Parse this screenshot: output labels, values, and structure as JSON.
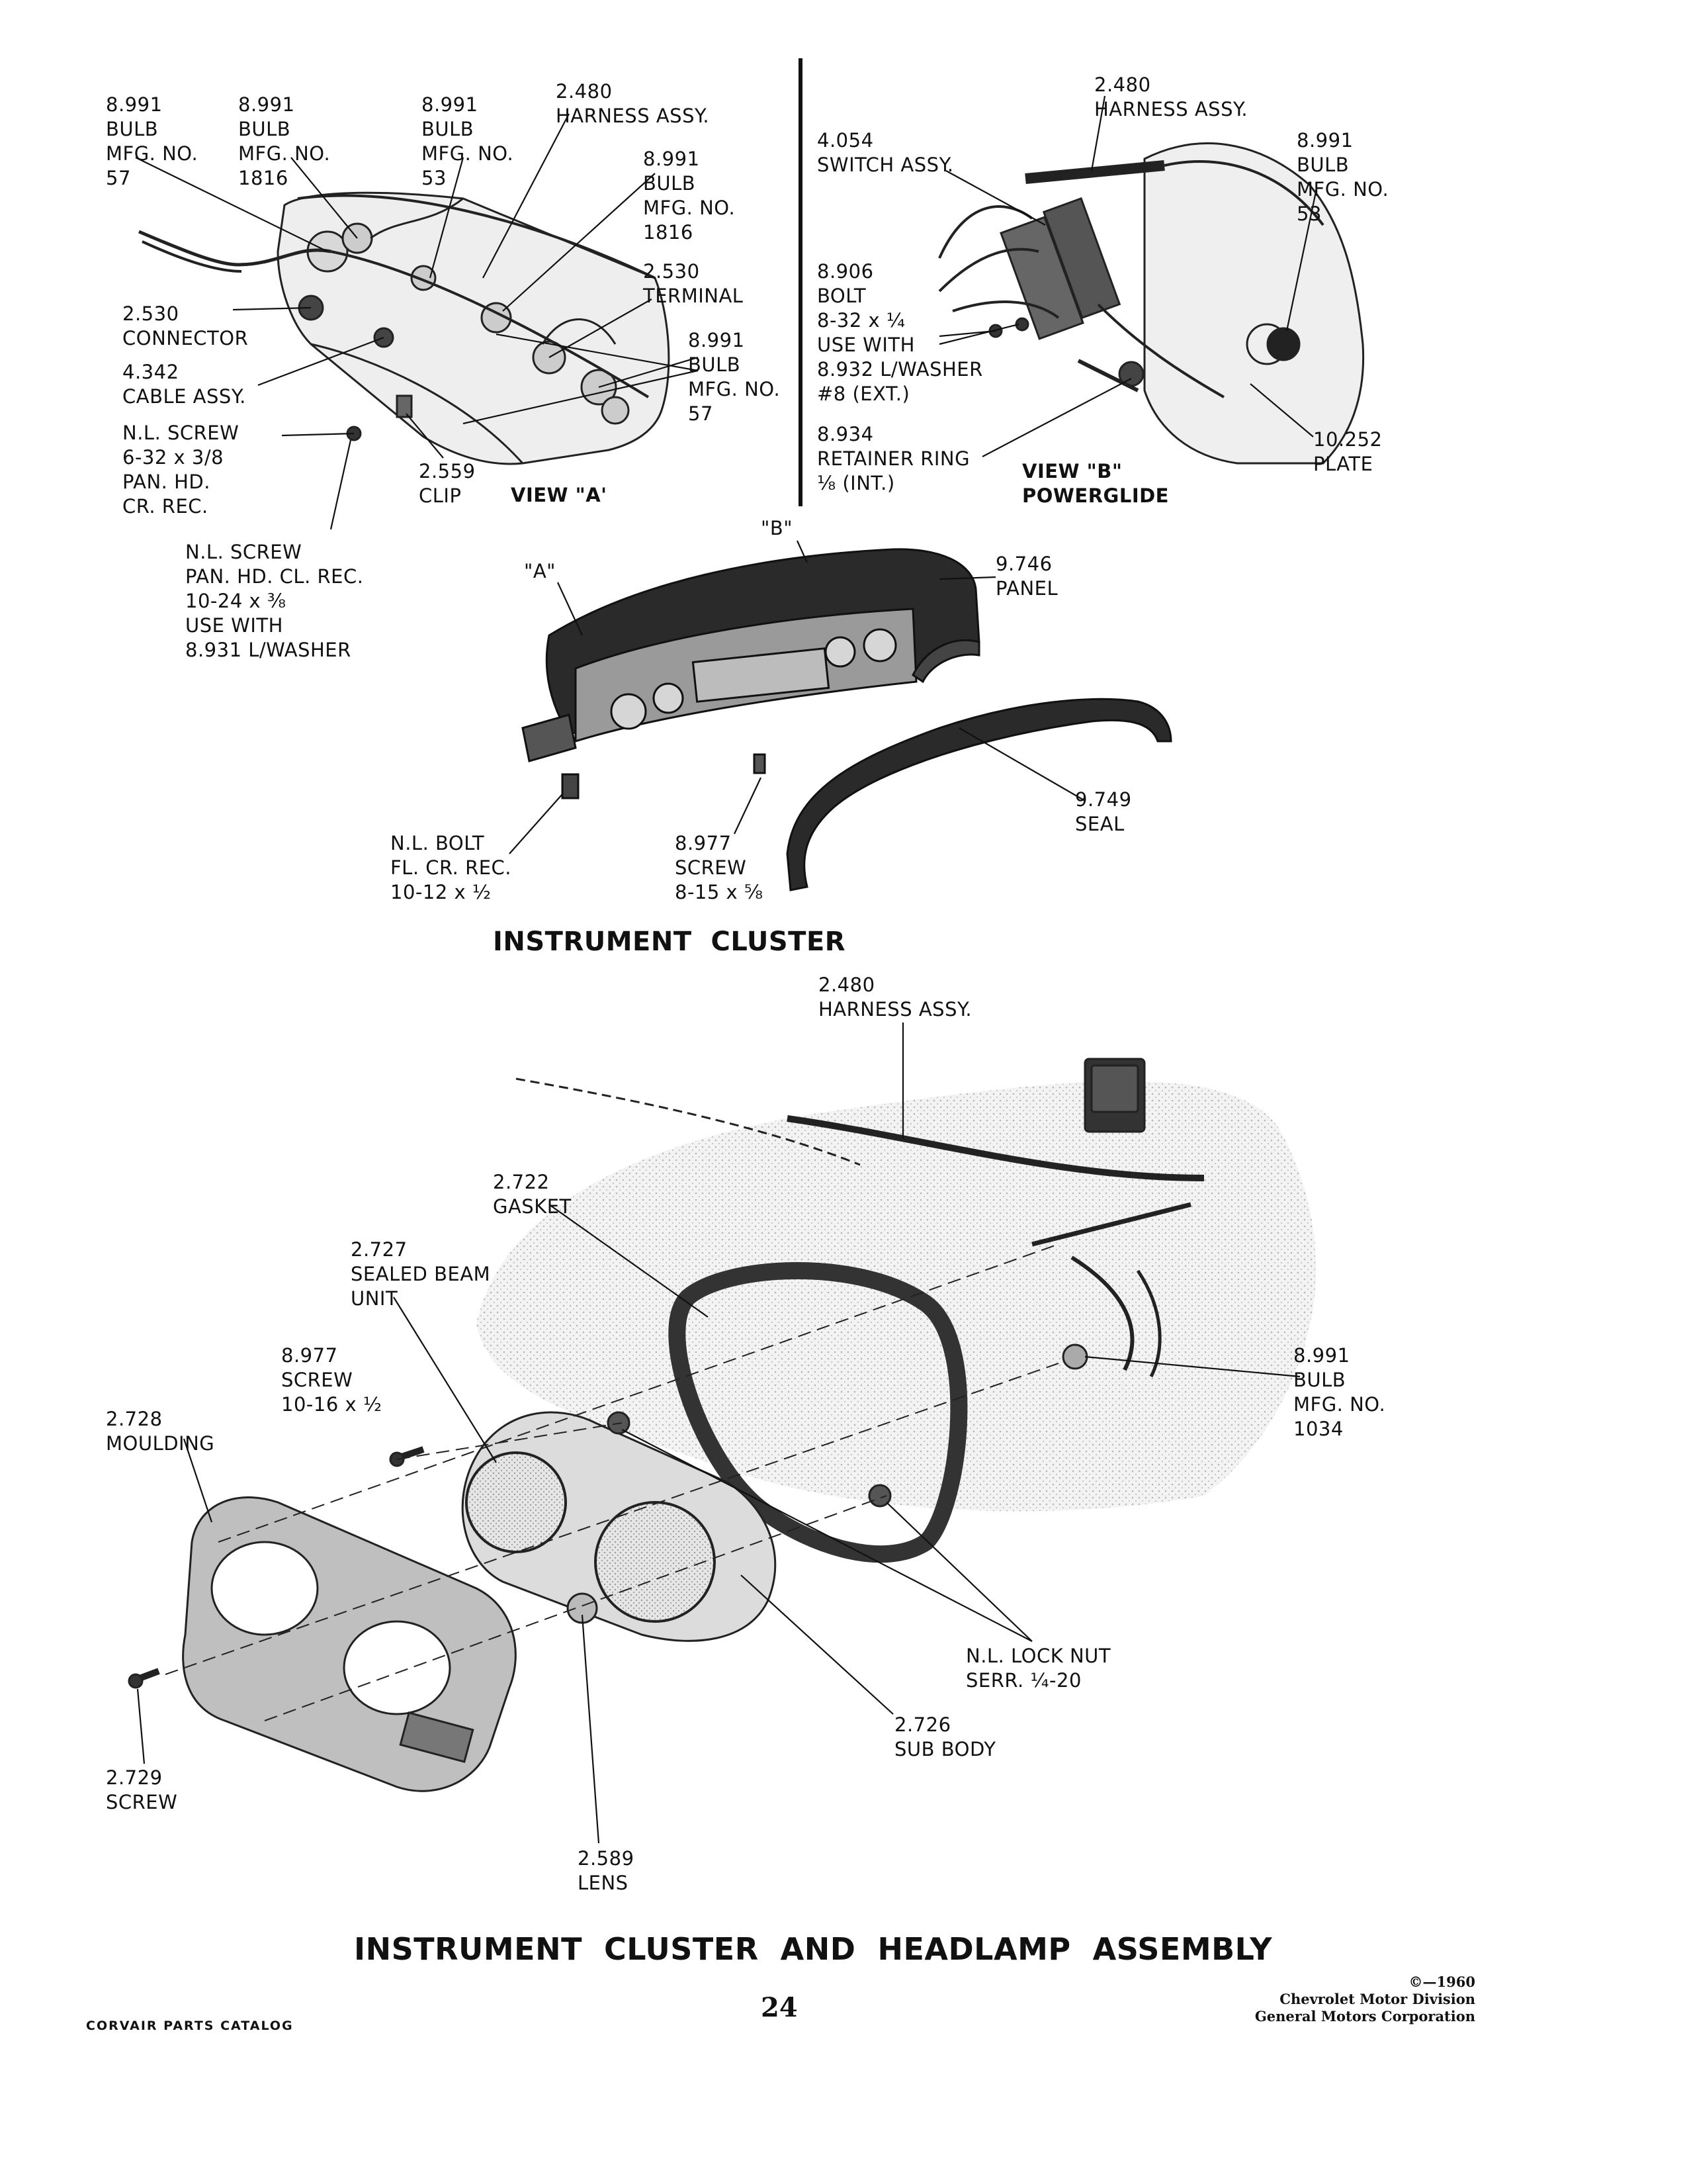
{
  "view_a": {
    "bulb57_label": "8.991\nBULB\nMFG. NO.\n57",
    "bulb1816_label": "8.991\nBULB\nMFG. NO.\n1816",
    "bulb53_label": "8.991\nBULB\nMFG. NO.\n53",
    "harness_label": "2.480\nHARNESS ASSY.",
    "bulb1816b_label": "8.991\nBULB\nMFG. NO.\n1816",
    "terminal_label": "2.530\nTERMINAL",
    "bulb57b_label": "8.991\nBULB\nMFG. NO.\n57",
    "connector_label": "2.530\nCONNECTOR",
    "cable_label": "4.342\nCABLE ASSY.",
    "nl_screw_label": "N.L. SCREW\n6-32 x 3/8\nPAN. HD.\nCR. REC.",
    "clip_label": "2.559\nCLIP",
    "view_title": "VIEW \"A'"
  },
  "view_b": {
    "harness_label": "2.480\nHARNESS ASSY.",
    "switch_label": "4.054\nSWITCH ASSY.",
    "bulb53_label": "8.991\nBULB\nMFG. NO.\n53",
    "bolt_label": "8.906\nBOLT\n8-32 x ¼\nUSE WITH\n8.932 L/WASHER\n#8 (EXT.)",
    "retainer_label": "8.934\nRETAINER RING\n⅛ (INT.)",
    "view_title": "VIEW \"B\"\nPOWERGLIDE",
    "plate_label": "10.252\nPLATE"
  },
  "cluster": {
    "nl_screw_label": "N.L. SCREW\nPAN. HD. CL. REC.\n10-24 x ⅜\nUSE WITH\n8.931 L/WASHER",
    "marker_a": "\"A\"",
    "marker_b": "\"B\"",
    "panel_label": "9.746\nPANEL",
    "seal_label": "9.749\nSEAL",
    "nl_bolt_label": "N.L. BOLT\nFL. CR. REC.\n10-12 x ½",
    "screw_label": "8.977\nSCREW\n8-15 x ⅝",
    "heading": "INSTRUMENT  CLUSTER"
  },
  "headlamp": {
    "harness_label": "2.480\nHARNESS ASSY.",
    "gasket_label": "2.722\nGASKET",
    "sealed_beam_label": "2.727\nSEALED BEAM\nUNIT",
    "screw_label": "8.977\nSCREW\n10-16 x ½",
    "moulding_label": "2.728\nMOULDING",
    "bulb_label": "8.991\nBULB\nMFG. NO.\n1034",
    "locknut_label": "N.L. LOCK NUT\nSERR. ¼-20",
    "subbody_label": "2.726\nSUB BODY",
    "screw2_label": "2.729\nSCREW",
    "lens_label": "2.589\nLENS"
  },
  "footer": {
    "main_title": "INSTRUMENT  CLUSTER  AND  HEADLAMP  ASSEMBLY",
    "catalog": "CORVAIR PARTS CATALOG",
    "page_number": "24",
    "copyright": "©—1960\nChevrolet Motor Division\nGeneral Motors Corporation"
  }
}
